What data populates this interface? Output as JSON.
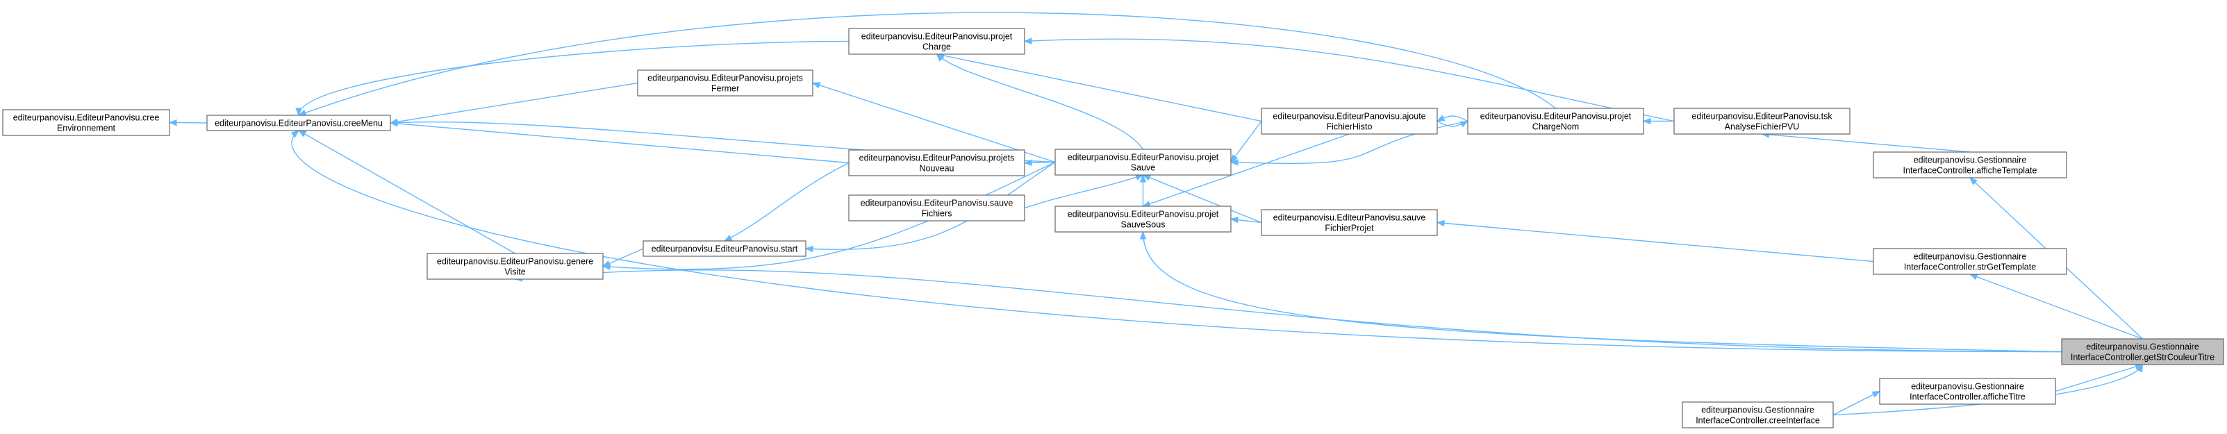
{
  "diagram": {
    "type": "call-graph",
    "edge_color": "#63b8ff",
    "node_border_color": "#666666",
    "target_fill_color": "#bfbfbf",
    "nodes": [
      {
        "id": "cree_env",
        "lines": [
          "editeurpanovisu.EditeurPanovisu.cree",
          "Environnement"
        ]
      },
      {
        "id": "cree_menu",
        "lines": [
          "editeurpanovisu.EditeurPanovisu.creeMenu"
        ]
      },
      {
        "id": "genere_visite",
        "lines": [
          "editeurpanovisu.EditeurPanovisu.genere",
          "Visite"
        ]
      },
      {
        "id": "projets_fermer",
        "lines": [
          "editeurpanovisu.EditeurPanovisu.projets",
          "Fermer"
        ]
      },
      {
        "id": "start",
        "lines": [
          "editeurpanovisu.EditeurPanovisu.start"
        ]
      },
      {
        "id": "projet_charge",
        "lines": [
          "editeurpanovisu.EditeurPanovisu.projet",
          "Charge"
        ]
      },
      {
        "id": "projets_nouveau",
        "lines": [
          "editeurpanovisu.EditeurPanovisu.projets",
          "Nouveau"
        ]
      },
      {
        "id": "sauve_fichiers",
        "lines": [
          "editeurpanovisu.EditeurPanovisu.sauve",
          "Fichiers"
        ]
      },
      {
        "id": "projet_sauve",
        "lines": [
          "editeurpanovisu.EditeurPanovisu.projet",
          "Sauve"
        ]
      },
      {
        "id": "projet_sauve_sous",
        "lines": [
          "editeurpanovisu.EditeurPanovisu.projet",
          "SauveSous"
        ]
      },
      {
        "id": "ajoute_fichier_histo",
        "lines": [
          "editeurpanovisu.EditeurPanovisu.ajoute",
          "FichierHisto"
        ]
      },
      {
        "id": "sauve_fichier_projet",
        "lines": [
          "editeurpanovisu.EditeurPanovisu.sauve",
          "FichierProjet"
        ]
      },
      {
        "id": "projet_charge_nom",
        "lines": [
          "editeurpanovisu.EditeurPanovisu.projet",
          "ChargeNom"
        ]
      },
      {
        "id": "tsk_analyse",
        "lines": [
          "editeurpanovisu.EditeurPanovisu.tsk",
          "AnalyseFichierPVU"
        ]
      },
      {
        "id": "affiche_template",
        "lines": [
          "editeurpanovisu.Gestionnaire",
          "InterfaceController.afficheTemplate"
        ]
      },
      {
        "id": "str_get_template",
        "lines": [
          "editeurpanovisu.Gestionnaire",
          "InterfaceController.strGetTemplate"
        ]
      },
      {
        "id": "get_str_couleur_titre",
        "lines": [
          "editeurpanovisu.Gestionnaire",
          "InterfaceController.getStrCouleurTitre"
        ],
        "target": true
      },
      {
        "id": "affiche_titre",
        "lines": [
          "editeurpanovisu.Gestionnaire",
          "InterfaceController.afficheTitre"
        ]
      },
      {
        "id": "cree_interface",
        "lines": [
          "editeurpanovisu.Gestionnaire",
          "InterfaceController.creeInterface"
        ]
      }
    ],
    "edges": [
      {
        "from": "cree_menu",
        "to": "cree_env"
      },
      {
        "from": "genere_visite",
        "to": "cree_menu"
      },
      {
        "from": "projets_fermer",
        "to": "cree_menu"
      },
      {
        "from": "projet_charge",
        "to": "cree_menu"
      },
      {
        "from": "projets_nouveau",
        "to": "cree_menu"
      },
      {
        "from": "projet_sauve",
        "to": "cree_menu"
      },
      {
        "from": "projet_charge_nom",
        "to": "cree_menu"
      },
      {
        "from": "get_str_couleur_titre",
        "to": "cree_menu"
      },
      {
        "from": "start",
        "to": "genere_visite"
      },
      {
        "from": "projet_sauve",
        "to": "genere_visite"
      },
      {
        "from": "get_str_couleur_titre",
        "to": "genere_visite"
      },
      {
        "from": "projets_nouveau",
        "to": "start"
      },
      {
        "from": "projet_sauve",
        "to": "start"
      },
      {
        "from": "projet_sauve",
        "to": "projets_fermer"
      },
      {
        "from": "projet_sauve",
        "to": "projet_charge"
      },
      {
        "from": "ajoute_fichier_histo",
        "to": "projet_charge"
      },
      {
        "from": "tsk_analyse",
        "to": "projet_charge"
      },
      {
        "from": "projet_sauve",
        "to": "projets_nouveau"
      },
      {
        "from": "sauve_fichiers",
        "to": "projet_sauve"
      },
      {
        "from": "projet_sauve_sous",
        "to": "projet_sauve"
      },
      {
        "from": "ajoute_fichier_histo",
        "to": "projet_sauve"
      },
      {
        "from": "sauve_fichier_projet",
        "to": "projet_sauve"
      },
      {
        "from": "projet_charge_nom",
        "to": "projet_sauve"
      },
      {
        "from": "ajoute_fichier_histo",
        "to": "projet_sauve_sous"
      },
      {
        "from": "sauve_fichier_projet",
        "to": "projet_sauve_sous"
      },
      {
        "from": "get_str_couleur_titre",
        "to": "projet_sauve_sous"
      },
      {
        "from": "projet_charge_nom",
        "to": "ajoute_fichier_histo"
      },
      {
        "from": "ajoute_fichier_histo",
        "to": "projet_charge_nom"
      },
      {
        "from": "tsk_analyse",
        "to": "projet_charge_nom"
      },
      {
        "from": "str_get_template",
        "to": "sauve_fichier_projet"
      },
      {
        "from": "affiche_template",
        "to": "tsk_analyse"
      },
      {
        "from": "get_str_couleur_titre",
        "to": "affiche_template"
      },
      {
        "from": "get_str_couleur_titre",
        "to": "str_get_template"
      },
      {
        "from": "affiche_titre",
        "to": "get_str_couleur_titre"
      },
      {
        "from": "cree_interface",
        "to": "affiche_titre"
      },
      {
        "from": "cree_interface",
        "to": "get_str_couleur_titre"
      }
    ]
  }
}
